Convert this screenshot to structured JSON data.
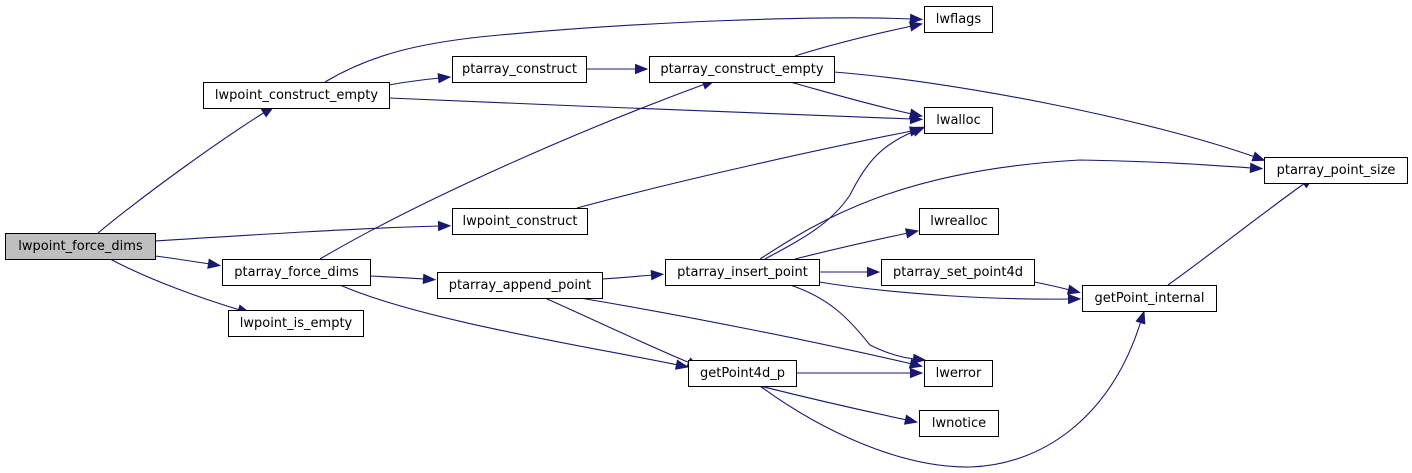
{
  "graph": {
    "nodes": [
      {
        "id": "lwpoint_force_dims",
        "label": "lwpoint_force_dims",
        "root": true
      },
      {
        "id": "lwpoint_construct_empty",
        "label": "lwpoint_construct_empty"
      },
      {
        "id": "lwpoint_construct",
        "label": "lwpoint_construct"
      },
      {
        "id": "ptarray_force_dims",
        "label": "ptarray_force_dims"
      },
      {
        "id": "lwpoint_is_empty",
        "label": "lwpoint_is_empty"
      },
      {
        "id": "ptarray_construct",
        "label": "ptarray_construct"
      },
      {
        "id": "ptarray_construct_empty",
        "label": "ptarray_construct_empty"
      },
      {
        "id": "lwflags",
        "label": "lwflags"
      },
      {
        "id": "lwalloc",
        "label": "lwalloc"
      },
      {
        "id": "ptarray_point_size",
        "label": "ptarray_point_size"
      },
      {
        "id": "ptarray_append_point",
        "label": "ptarray_append_point"
      },
      {
        "id": "ptarray_insert_point",
        "label": "ptarray_insert_point"
      },
      {
        "id": "lwrealloc",
        "label": "lwrealloc"
      },
      {
        "id": "ptarray_set_point4d",
        "label": "ptarray_set_point4d"
      },
      {
        "id": "getPoint_internal",
        "label": "getPoint_internal"
      },
      {
        "id": "getPoint4d_p",
        "label": "getPoint4d_p"
      },
      {
        "id": "lwerror",
        "label": "lwerror"
      },
      {
        "id": "lwnotice",
        "label": "lwnotice"
      }
    ],
    "edges": [
      {
        "from": "lwpoint_force_dims",
        "to": "lwpoint_construct_empty"
      },
      {
        "from": "lwpoint_force_dims",
        "to": "lwpoint_construct"
      },
      {
        "from": "lwpoint_force_dims",
        "to": "ptarray_force_dims"
      },
      {
        "from": "lwpoint_force_dims",
        "to": "lwpoint_is_empty"
      },
      {
        "from": "lwpoint_construct_empty",
        "to": "lwflags"
      },
      {
        "from": "lwpoint_construct_empty",
        "to": "ptarray_construct"
      },
      {
        "from": "lwpoint_construct_empty",
        "to": "lwalloc"
      },
      {
        "from": "ptarray_construct",
        "to": "ptarray_construct_empty"
      },
      {
        "from": "ptarray_construct_empty",
        "to": "lwflags"
      },
      {
        "from": "ptarray_construct_empty",
        "to": "lwalloc"
      },
      {
        "from": "ptarray_construct_empty",
        "to": "ptarray_point_size"
      },
      {
        "from": "lwpoint_construct",
        "to": "lwalloc"
      },
      {
        "from": "ptarray_force_dims",
        "to": "ptarray_construct_empty"
      },
      {
        "from": "ptarray_force_dims",
        "to": "ptarray_append_point"
      },
      {
        "from": "ptarray_force_dims",
        "to": "getPoint4d_p"
      },
      {
        "from": "ptarray_append_point",
        "to": "ptarray_insert_point"
      },
      {
        "from": "ptarray_append_point",
        "to": "getPoint4d_p"
      },
      {
        "from": "ptarray_append_point",
        "to": "lwerror"
      },
      {
        "from": "ptarray_insert_point",
        "to": "lwalloc"
      },
      {
        "from": "ptarray_insert_point",
        "to": "ptarray_point_size"
      },
      {
        "from": "ptarray_insert_point",
        "to": "lwrealloc"
      },
      {
        "from": "ptarray_insert_point",
        "to": "ptarray_set_point4d"
      },
      {
        "from": "ptarray_insert_point",
        "to": "getPoint_internal"
      },
      {
        "from": "ptarray_insert_point",
        "to": "lwerror"
      },
      {
        "from": "ptarray_set_point4d",
        "to": "getPoint_internal"
      },
      {
        "from": "getPoint_internal",
        "to": "ptarray_point_size"
      },
      {
        "from": "getPoint4d_p",
        "to": "lwerror"
      },
      {
        "from": "getPoint4d_p",
        "to": "lwnotice"
      },
      {
        "from": "getPoint4d_p",
        "to": "getPoint_internal"
      }
    ]
  }
}
